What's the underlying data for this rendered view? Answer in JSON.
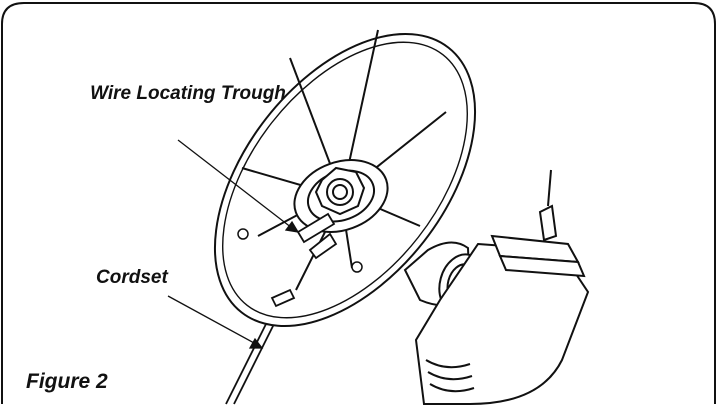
{
  "labels": {
    "wire_trough": "Wire Locating Trough",
    "cordset": "Cordset",
    "figure": "Figure 2"
  }
}
